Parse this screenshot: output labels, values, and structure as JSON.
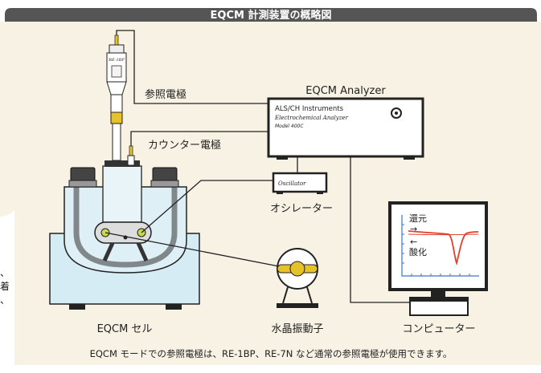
{
  "title": "EQCM 計測装置の概略図",
  "labels": {
    "reference_electrode": "参照電極",
    "counter_electrode": "カウンター電極",
    "analyzer_title": "EQCM Analyzer",
    "analyzer_brand": "ALS/CH Instruments",
    "analyzer_sub": "Electrochemical Analyzer",
    "analyzer_model": "Model 400C",
    "oscillator_device": "Oscillator",
    "oscillator": "オシレーター",
    "cell": "EQCM セル",
    "crystal": "水晶振動子",
    "computer": "コンピューター",
    "electrode_tag": "RE-1BP",
    "reduction": "還元",
    "oxidation": "酸化",
    "arrow_right": "→",
    "arrow_left": "←",
    "side_chars": [
      "、",
      "着",
      "、"
    ]
  },
  "caption": "EQCM モードでの参照電極は、RE-1BP、RE-7N など通常の参照電極が使用できます。",
  "colors": {
    "panel_bg": "#f7f2e4",
    "title_bar": "#555555",
    "curve": "#e0402b",
    "screen_border": "#222222",
    "gold": "#e5c22a",
    "cell_blue": "#d6ecf4"
  }
}
